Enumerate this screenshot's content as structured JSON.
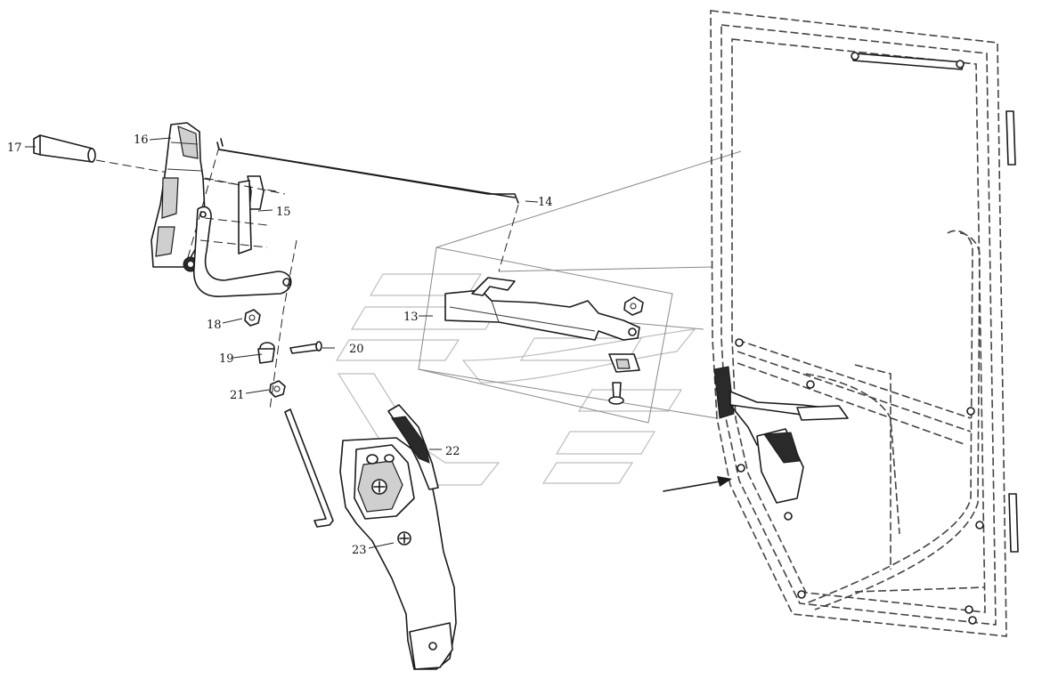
{
  "diagram": {
    "part_numbers": [
      "13",
      "14",
      "15",
      "16",
      "17",
      "18",
      "19",
      "20",
      "21",
      "22",
      "23"
    ],
    "parts": {
      "rod": "rod-part",
      "latch": "latch-part",
      "pin": "pin-part",
      "handle": "handle-part",
      "door": "door-frame"
    }
  }
}
